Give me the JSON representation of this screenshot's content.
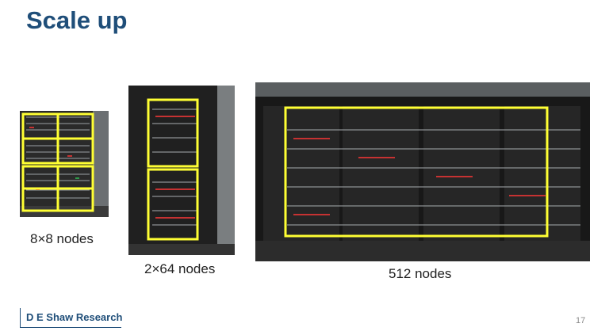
{
  "slide": {
    "title": "Scale up",
    "page_number": "17"
  },
  "photos": [
    {
      "caption": "8×8 nodes",
      "alt": "8×8 nodes rack"
    },
    {
      "caption": "2×64 nodes",
      "alt": "2×64 nodes rack"
    },
    {
      "caption": "512 nodes",
      "alt": "512 nodes racks"
    }
  ],
  "logo": {
    "text": "D E Shaw Research"
  },
  "colors": {
    "title": "#1f4e79",
    "highlight": "#ffff33",
    "rack": "#1a1a1a"
  }
}
